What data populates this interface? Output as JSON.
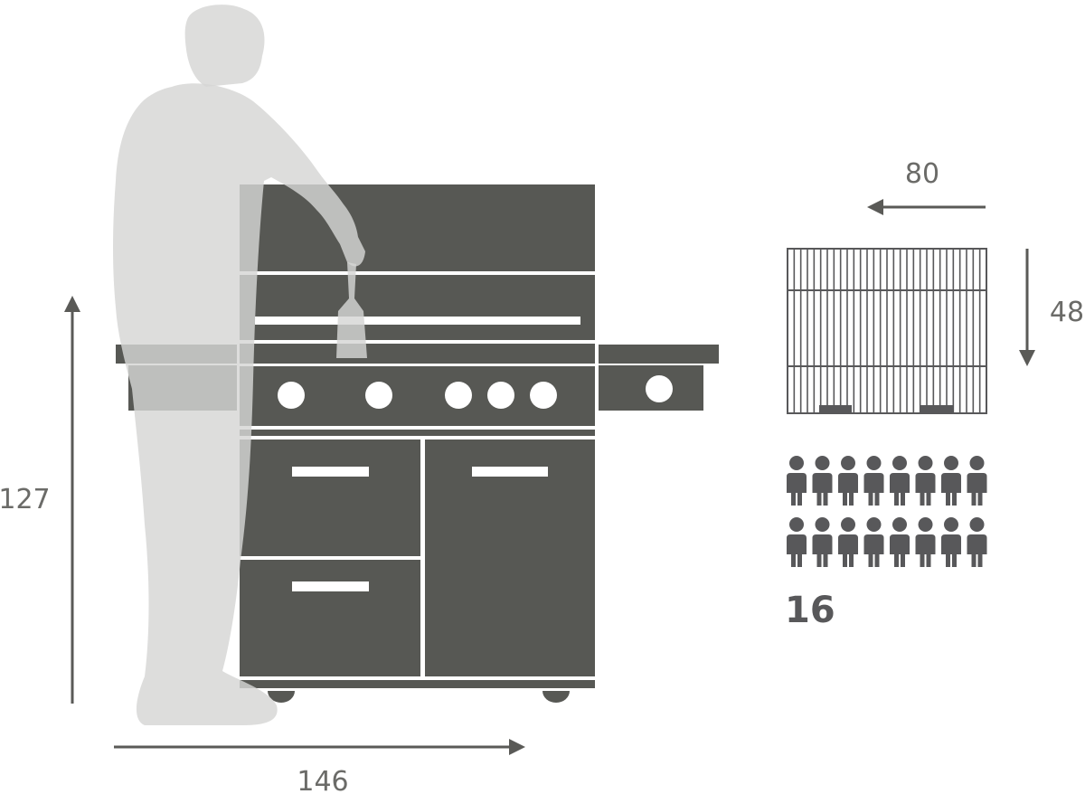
{
  "dimensions": {
    "height": "127",
    "width": "146",
    "grill_width": "80",
    "grill_depth": "48"
  },
  "capacity": {
    "people_count": 16,
    "label": "16"
  },
  "colors": {
    "grill": "#575854",
    "silhouette": "#d0d0ce",
    "arrow": "#5a5a57",
    "text": "#6b6b68",
    "grate": "#58585a",
    "people": "#58585a"
  }
}
